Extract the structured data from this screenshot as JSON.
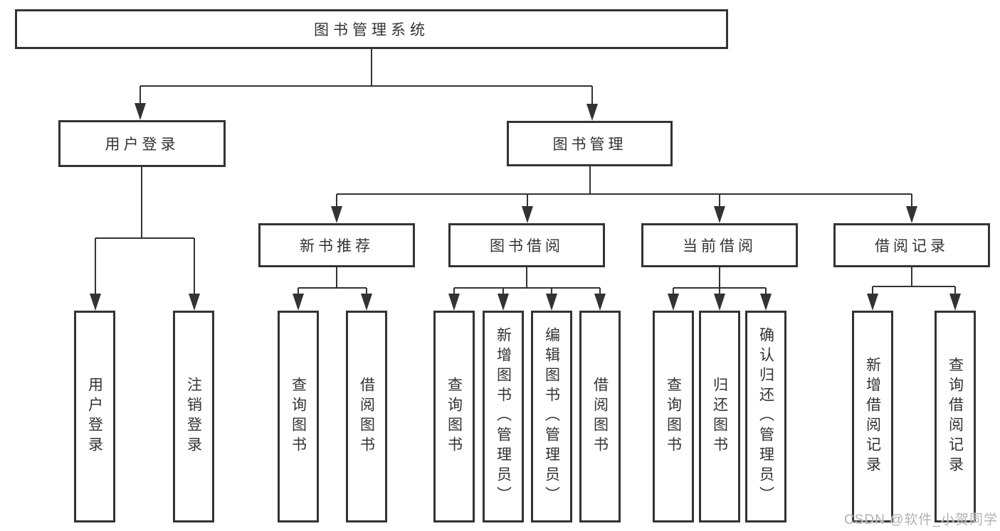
{
  "diagram_type": "hierarchy",
  "colors": {
    "line": "#333333",
    "box_border": "#333333",
    "text": "#333333",
    "watermark": "#b2b2b2",
    "background": "#ffffff"
  },
  "tree": {
    "label": "图书管理系统",
    "children": [
      {
        "label": "用户登录",
        "children": [
          {
            "label": "用户登录"
          },
          {
            "label": "注销登录"
          }
        ]
      },
      {
        "label": "图书管理",
        "children": [
          {
            "label": "新书推荐",
            "children": [
              {
                "label": "查询图书"
              },
              {
                "label": "借阅图书"
              }
            ]
          },
          {
            "label": "图书借阅",
            "children": [
              {
                "label": "查询图书"
              },
              {
                "label": "新增图书（管理员）"
              },
              {
                "label": "编辑图书（管理员）"
              },
              {
                "label": "借阅图书"
              }
            ]
          },
          {
            "label": "当前借阅",
            "children": [
              {
                "label": "查询图书"
              },
              {
                "label": "归还图书"
              },
              {
                "label": "确认归还（管理员）"
              }
            ]
          },
          {
            "label": "借阅记录",
            "children": [
              {
                "label": "新增借阅记录"
              },
              {
                "label": "查询借阅记录"
              }
            ]
          }
        ]
      }
    ]
  },
  "watermark": {
    "text": "CSDN @软件_小贺同学"
  }
}
